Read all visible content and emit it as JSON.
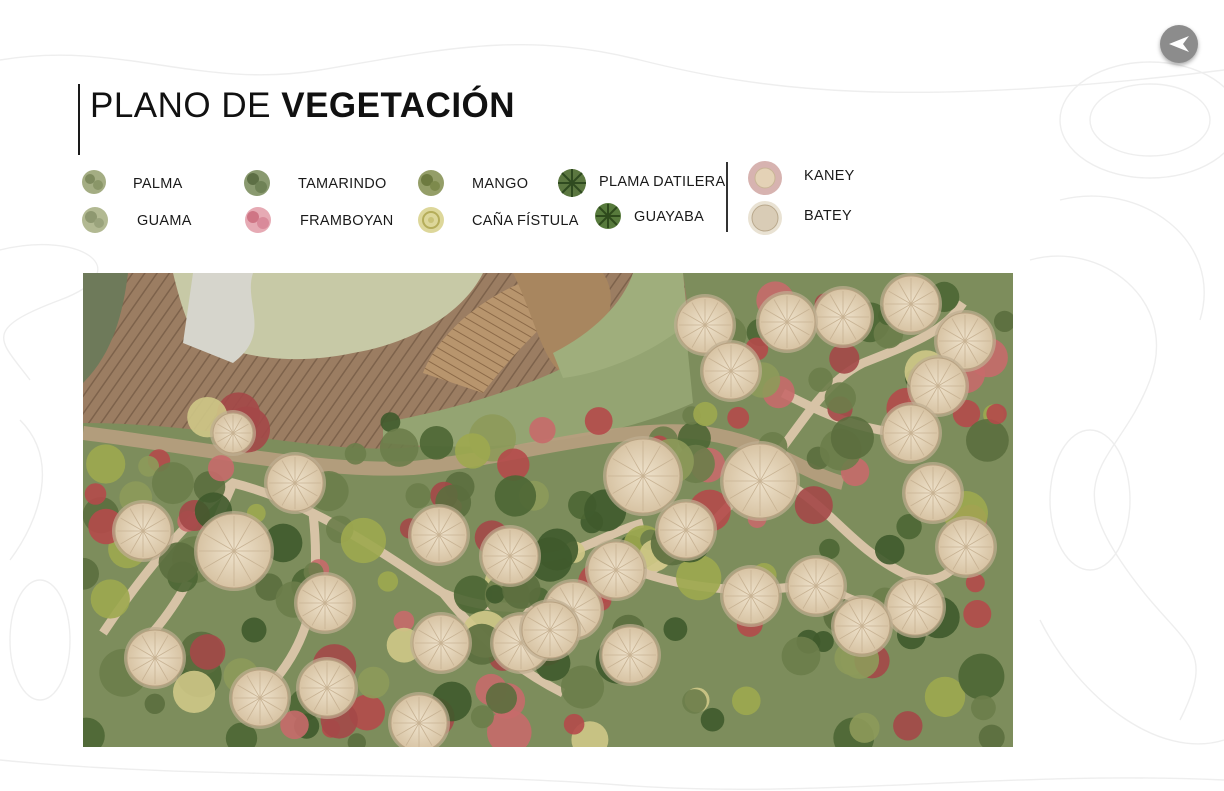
{
  "title": {
    "regular": "PLANO DE ",
    "bold": "VEGETACIÓN"
  },
  "back_button": {
    "icon": "arrow-left-icon"
  },
  "legend": {
    "vegetation": [
      {
        "label": "PALMA",
        "color": "#8f9a6e"
      },
      {
        "label": "GUAMA",
        "color": "#9aa37c"
      },
      {
        "label": "TAMARINDO",
        "color": "#6f8256"
      },
      {
        "label": "FRAMBOYAN",
        "color": "#d98a9a"
      },
      {
        "label": "MANGO",
        "color": "#7d8a4c"
      },
      {
        "label": "CAÑA FÍSTULA",
        "color": "#c9c277"
      },
      {
        "label": "PLAMA DATILERA",
        "color": "#3f5a2c"
      },
      {
        "label": "GUAYABA",
        "color": "#44612e"
      }
    ],
    "structures": [
      {
        "label": "KANEY",
        "color": "#d7b3b0"
      },
      {
        "label": "BATEY",
        "color": "#d9ccb6"
      }
    ]
  },
  "plan": {
    "colors": {
      "grass": "#7f8f5e",
      "grass_light": "#97a676",
      "path": "#d9c7ad",
      "deck": "#9a7c62",
      "hut": "#e6d8c0",
      "water": "#c9cca9"
    }
  }
}
